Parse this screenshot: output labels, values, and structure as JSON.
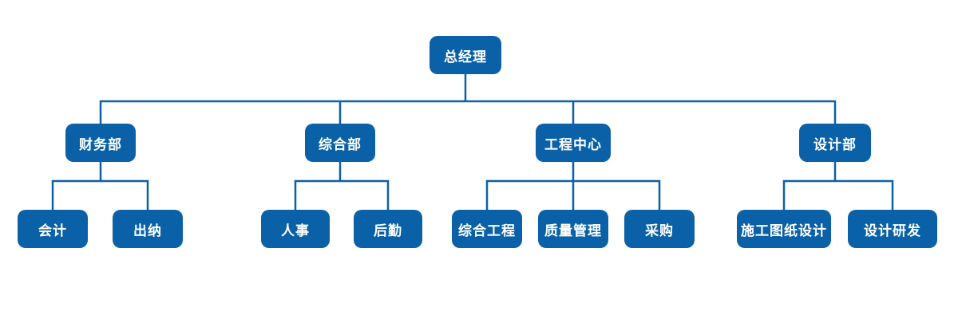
{
  "page": {
    "background": "#ffffff"
  },
  "org_chart": {
    "type": "org-tree",
    "root": {
      "label": "总经理"
    },
    "departments": [
      {
        "label": "财务部",
        "children": [
          {
            "label": "会计"
          },
          {
            "label": "出纳"
          }
        ]
      },
      {
        "label": "综合部",
        "children": [
          {
            "label": "人事"
          },
          {
            "label": "后勤"
          }
        ]
      },
      {
        "label": "工程中心",
        "children": [
          {
            "label": "综合工程"
          },
          {
            "label": "质量管理"
          },
          {
            "label": "采购"
          }
        ]
      },
      {
        "label": "设计部",
        "children": [
          {
            "label": "施工图纸设计"
          },
          {
            "label": "设计研发"
          }
        ]
      }
    ],
    "colors": {
      "node_background": "#0b61a8",
      "node_text": "#ffffff",
      "connector": "#0b61a8"
    }
  }
}
